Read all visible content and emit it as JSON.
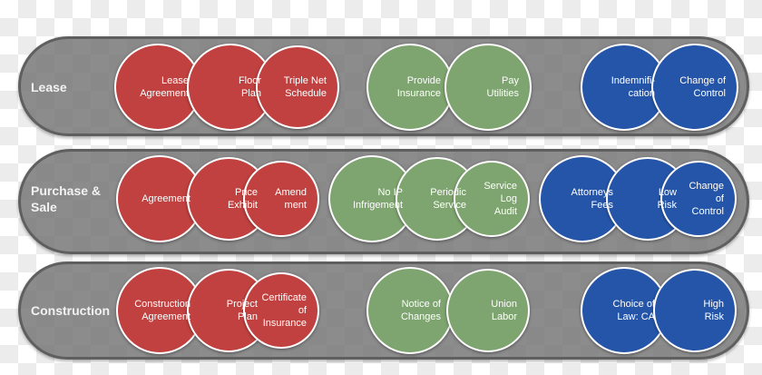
{
  "colors": {
    "legal": "#c0413f",
    "operations": "#7ea46f",
    "risk": "#2555a8"
  },
  "rows": [
    {
      "label": "Lease",
      "groups": [
        {
          "color": "legal",
          "items": [
            "Lease\nAgreement",
            "Floor\nPlan",
            "Triple Net\nSchedule"
          ]
        },
        {
          "color": "operations",
          "items": [
            "Provide\nInsurance",
            "Pay\nUtilities"
          ]
        },
        {
          "color": "risk",
          "items": [
            "Indemnifi-\ncation",
            "Change of\nControl"
          ]
        }
      ]
    },
    {
      "label": "Purchase &\nSale",
      "groups": [
        {
          "color": "legal",
          "items": [
            "Agreement",
            "Price\nExhibit",
            "Amend\nment"
          ]
        },
        {
          "color": "operations",
          "items": [
            "No IP\nInfrigement",
            "Periodic\nService",
            "Service\nLog\nAudit"
          ]
        },
        {
          "color": "risk",
          "items": [
            "Attorneys\nFees",
            "Low\nRisk",
            "Change\nof\nControl"
          ]
        }
      ]
    },
    {
      "label": "Construction",
      "groups": [
        {
          "color": "legal",
          "items": [
            "Construction\nAgreement",
            "Project\nPlan",
            "Certificate\nof\nInsurance"
          ]
        },
        {
          "color": "operations",
          "items": [
            "Notice of\nChanges",
            "Union\nLabor"
          ]
        },
        {
          "color": "risk",
          "items": [
            "Choice of\nLaw: CA",
            "High\nRisk"
          ]
        }
      ]
    }
  ]
}
